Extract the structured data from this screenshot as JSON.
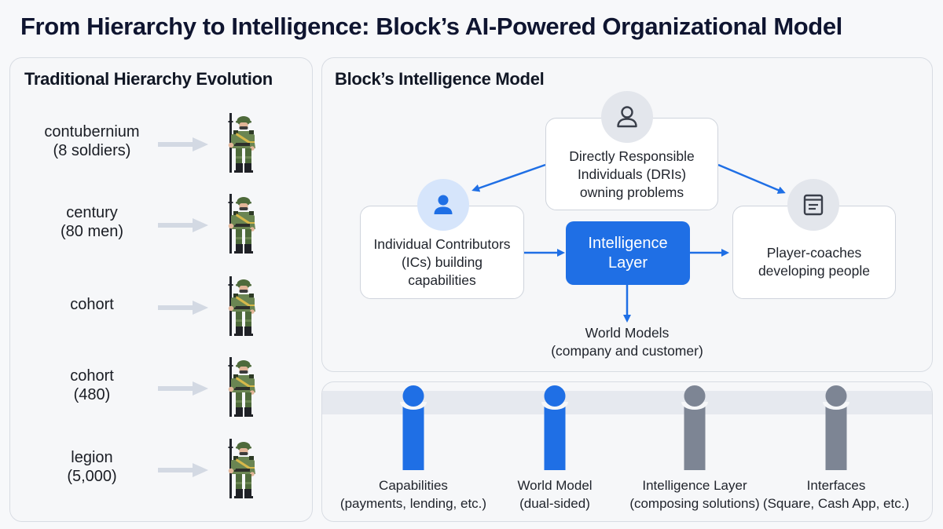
{
  "title": "From Hierarchy to Intelligence: Block’s AI-Powered Organizational Model",
  "colors": {
    "accent": "#1f6fe5",
    "muted_pillar": "#7d8594",
    "arrow_light": "#d3d9e3",
    "title": "#0f1530"
  },
  "left_panel": {
    "title": "Traditional Hierarchy Evolution",
    "rows": [
      {
        "line1": "contubernium",
        "line2": "(8 soldiers)",
        "icon": "soldier-icon"
      },
      {
        "line1": "century",
        "line2": "(80 men)",
        "icon": "soldier-icon"
      },
      {
        "line1": "cohort",
        "line2": "",
        "icon": "soldier-icon"
      },
      {
        "line1": "cohort",
        "line2": "(480)",
        "icon": "soldier-icon"
      },
      {
        "line1": "legion",
        "line2": "(5,000)",
        "icon": "soldier-icon"
      }
    ]
  },
  "model_panel": {
    "title": "Block’s Intelligence Model",
    "dri": {
      "icon": "user-outline-icon",
      "lines": [
        "Directly Responsible",
        "Individuals (DRIs)",
        "owning problems"
      ]
    },
    "ic": {
      "icon": "user-filled-icon",
      "lines": [
        "Individual Contributors",
        "(ICs) building",
        "capabilities"
      ]
    },
    "core": {
      "lines": [
        "Intelligence",
        "Layer"
      ]
    },
    "coach": {
      "icon": "document-icon",
      "lines": [
        "Player-coaches",
        "developing people"
      ]
    },
    "world": {
      "lines": [
        "World Models",
        "(company and customer)"
      ]
    }
  },
  "stack_panel": {
    "pillars": [
      {
        "line1": "Capabilities",
        "line2": "(payments, lending, etc.)",
        "active": true
      },
      {
        "line1": "World Model",
        "line2": "(dual-sided)",
        "active": true
      },
      {
        "line1": "Intelligence Layer",
        "line2": "(composing solutions)",
        "active": false
      },
      {
        "line1": "Interfaces",
        "line2": "(Square, Cash App, etc.)",
        "active": false
      }
    ]
  }
}
